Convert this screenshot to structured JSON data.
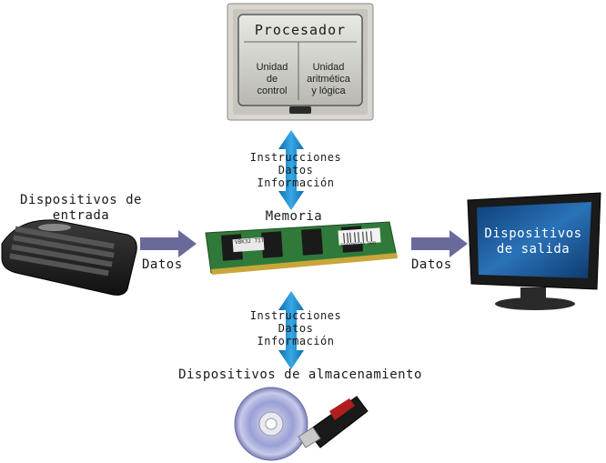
{
  "processor": {
    "title": "Procesador",
    "left_unit": [
      "Unidad",
      "de",
      "control"
    ],
    "right_unit": [
      "Unidad",
      "aritmética",
      "y lógica"
    ]
  },
  "memory": {
    "title": "Memoria",
    "chip_label": "VBK32 7IT",
    "barcode_text": "33310073A 000"
  },
  "top_link": {
    "lines": [
      "Instrucciones",
      "Datos",
      "Información"
    ]
  },
  "bottom_link": {
    "lines": [
      "Instrucciones",
      "Datos",
      "Información"
    ]
  },
  "input": {
    "title_line1": "Dispositivos de",
    "title_line2": "entrada",
    "arrow_label": "Datos"
  },
  "output": {
    "screen_line1": "Dispositivos",
    "screen_line2": "de salida",
    "arrow_label": "Datos"
  },
  "storage": {
    "title": "Dispositivos de almacenamiento"
  },
  "colors": {
    "arrow_horizontal": "#6a6a9a",
    "arrow_vertical": "#1f8fd0",
    "monitor_screen": "#1b4f8a",
    "pcb": "#2f7a3a"
  }
}
